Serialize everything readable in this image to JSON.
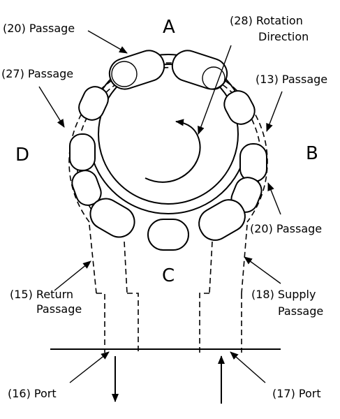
{
  "quadrants": {
    "a": "A",
    "b": "B",
    "c": "C",
    "d": "D"
  },
  "callouts": {
    "passage_20_top": "(20)  Passage",
    "rotation_line1": "(28)  Rotation",
    "rotation_line2": "Direction",
    "passage_27": "(27)  Passage",
    "passage_13": "(13)  Passage",
    "passage_20_right": "(20)  Passage",
    "return_line1": "(15)  Return",
    "return_line2": "Passage",
    "supply_line1": "(18)  Supply",
    "supply_line2": "Passage",
    "port_16": "(16)  Port",
    "port_17": "(17)  Port"
  }
}
